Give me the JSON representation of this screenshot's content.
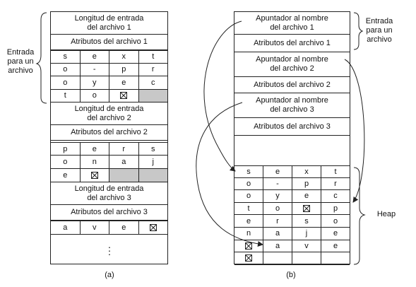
{
  "left": {
    "side_label": [
      "Entrada",
      "para un",
      "archivo"
    ],
    "entries": [
      {
        "length_label": [
          "Longitud de entrada",
          "del archivo 1"
        ],
        "attr_label": "Atributos del archivo 1",
        "chars": [
          [
            "s",
            "e",
            "x",
            "t"
          ],
          [
            "o",
            "-",
            "p",
            "r"
          ],
          [
            "o",
            "y",
            "e",
            "c"
          ],
          [
            "t",
            "o",
            "X",
            "#"
          ]
        ]
      },
      {
        "length_label": [
          "Longitud de entrada",
          "del archivo 2"
        ],
        "attr_label": "Atributos del archivo 2",
        "chars": [
          [
            "p",
            "e",
            "r",
            "s"
          ],
          [
            "o",
            "n",
            "a",
            "j"
          ],
          [
            "e",
            "X",
            "#",
            "#"
          ]
        ]
      },
      {
        "length_label": [
          "Longitud de entrada",
          "del archivo 3"
        ],
        "attr_label": "Atributos del archivo 3",
        "chars": [
          [
            "a",
            "v",
            "e",
            "X"
          ]
        ]
      }
    ],
    "caption": "(a)"
  },
  "right": {
    "side_label": [
      "Entrada",
      "para un",
      "archivo"
    ],
    "entries": [
      {
        "pointer_label": [
          "Apuntador al nombre",
          "del archivo 1"
        ],
        "attr_label": "Atributos del archivo 1"
      },
      {
        "pointer_label": [
          "Apuntador al nombre",
          "del archivo 2"
        ],
        "attr_label": "Atributos del archivo 2"
      },
      {
        "pointer_label": [
          "Apuntador al nombre",
          "del archivo 3"
        ],
        "attr_label": "Atributos del archivo 3"
      }
    ],
    "heap_label": "Heap",
    "heap": [
      [
        "s",
        "e",
        "x",
        "t"
      ],
      [
        "o",
        "-",
        "p",
        "r"
      ],
      [
        "o",
        "y",
        "e",
        "c"
      ],
      [
        "t",
        "o",
        "X",
        "p"
      ],
      [
        "e",
        "r",
        "s",
        "o"
      ],
      [
        "n",
        "a",
        "j",
        "e"
      ],
      [
        "X",
        "a",
        "v",
        "e"
      ],
      [
        "X",
        "",
        "",
        ""
      ]
    ],
    "caption": "(b)"
  },
  "icons": {
    "terminator": "boxed-x-icon",
    "brace": "curly-brace-icon",
    "arrow": "pointer-arrow-icon"
  },
  "colors": {
    "line": "#222222",
    "shade": "#c8c8c8"
  }
}
